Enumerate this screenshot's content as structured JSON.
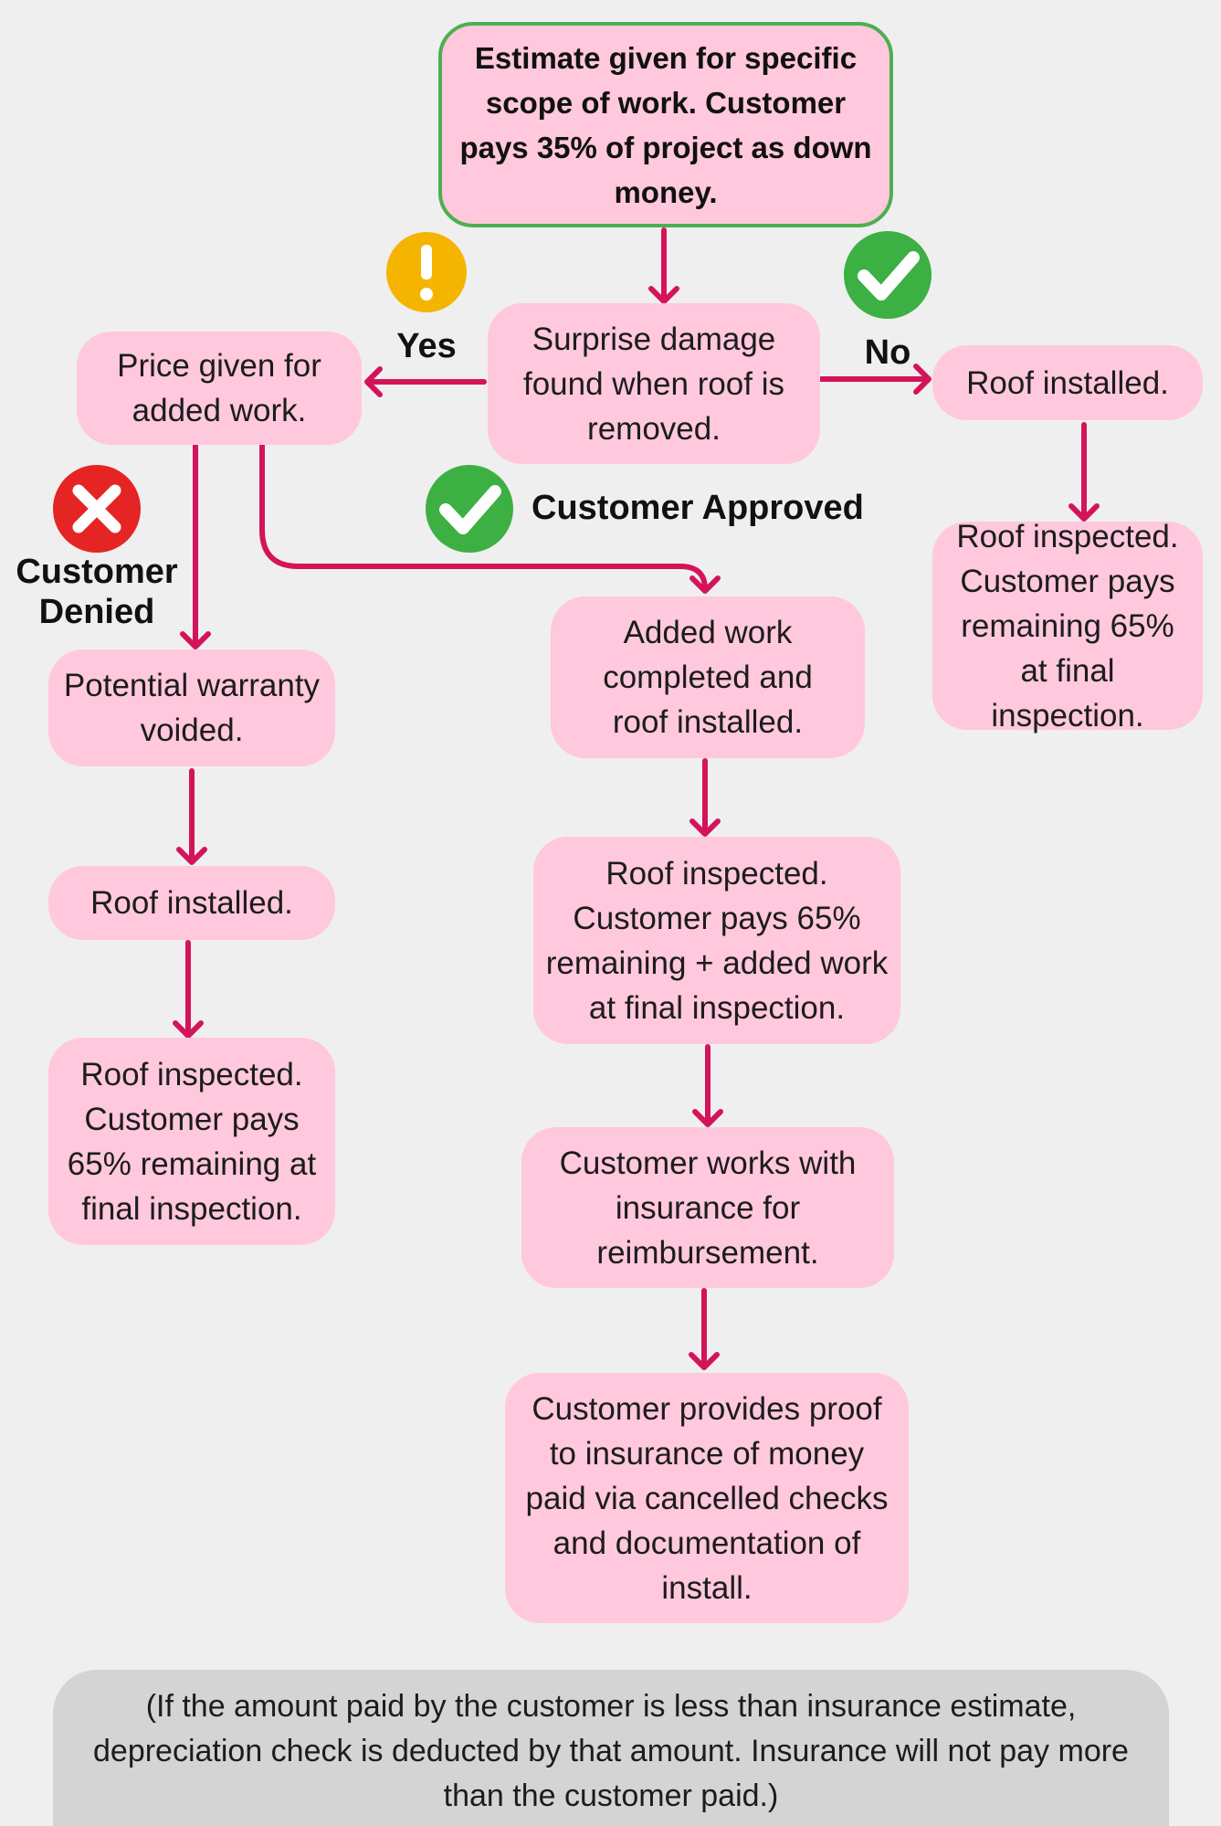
{
  "colors": {
    "background": "#efefef",
    "node_fill": "#ffc8dd",
    "start_border": "#4caf50",
    "arrow": "#d4145a",
    "check_green": "#3cb043",
    "warning_yellow": "#f5b400",
    "deny_red": "#e52424",
    "note_fill": "#d4d4d4"
  },
  "nodes": {
    "start": "Estimate given for specific scope of work. Customer pays 35% of project as down money.",
    "surprise": "Surprise damage found when roof is removed.",
    "price": "Price given for added work.",
    "no_installed": "Roof installed.",
    "no_inspected": "Roof inspected. Customer pays remaining 65% at final inspection.",
    "added": "Added work completed and roof installed.",
    "approved_inspected": "Roof inspected. Customer pays 65% remaining + added work at final inspection.",
    "insurance": "Customer works with insurance for reimbursement.",
    "proof": "Customer provides proof to insurance  of money paid via cancelled checks and documentation of install.",
    "warranty": "Potential warranty voided.",
    "denied_installed": "Roof installed.",
    "denied_inspected": "Roof inspected. Customer pays 65% remaining at final inspection."
  },
  "labels": {
    "yes": "Yes",
    "no": "No",
    "approved": "Customer Approved",
    "denied_line1": "Customer",
    "denied_line2": "Denied"
  },
  "icons": {
    "yes_icon": "exclamation-icon",
    "no_icon": "checkmark-icon",
    "approved_icon": "checkmark-icon",
    "denied_icon": "x-icon"
  },
  "note": "(If the amount paid by the customer is less than insurance estimate, depreciation check is deducted by that amount. Insurance will not pay more than the customer paid.)"
}
